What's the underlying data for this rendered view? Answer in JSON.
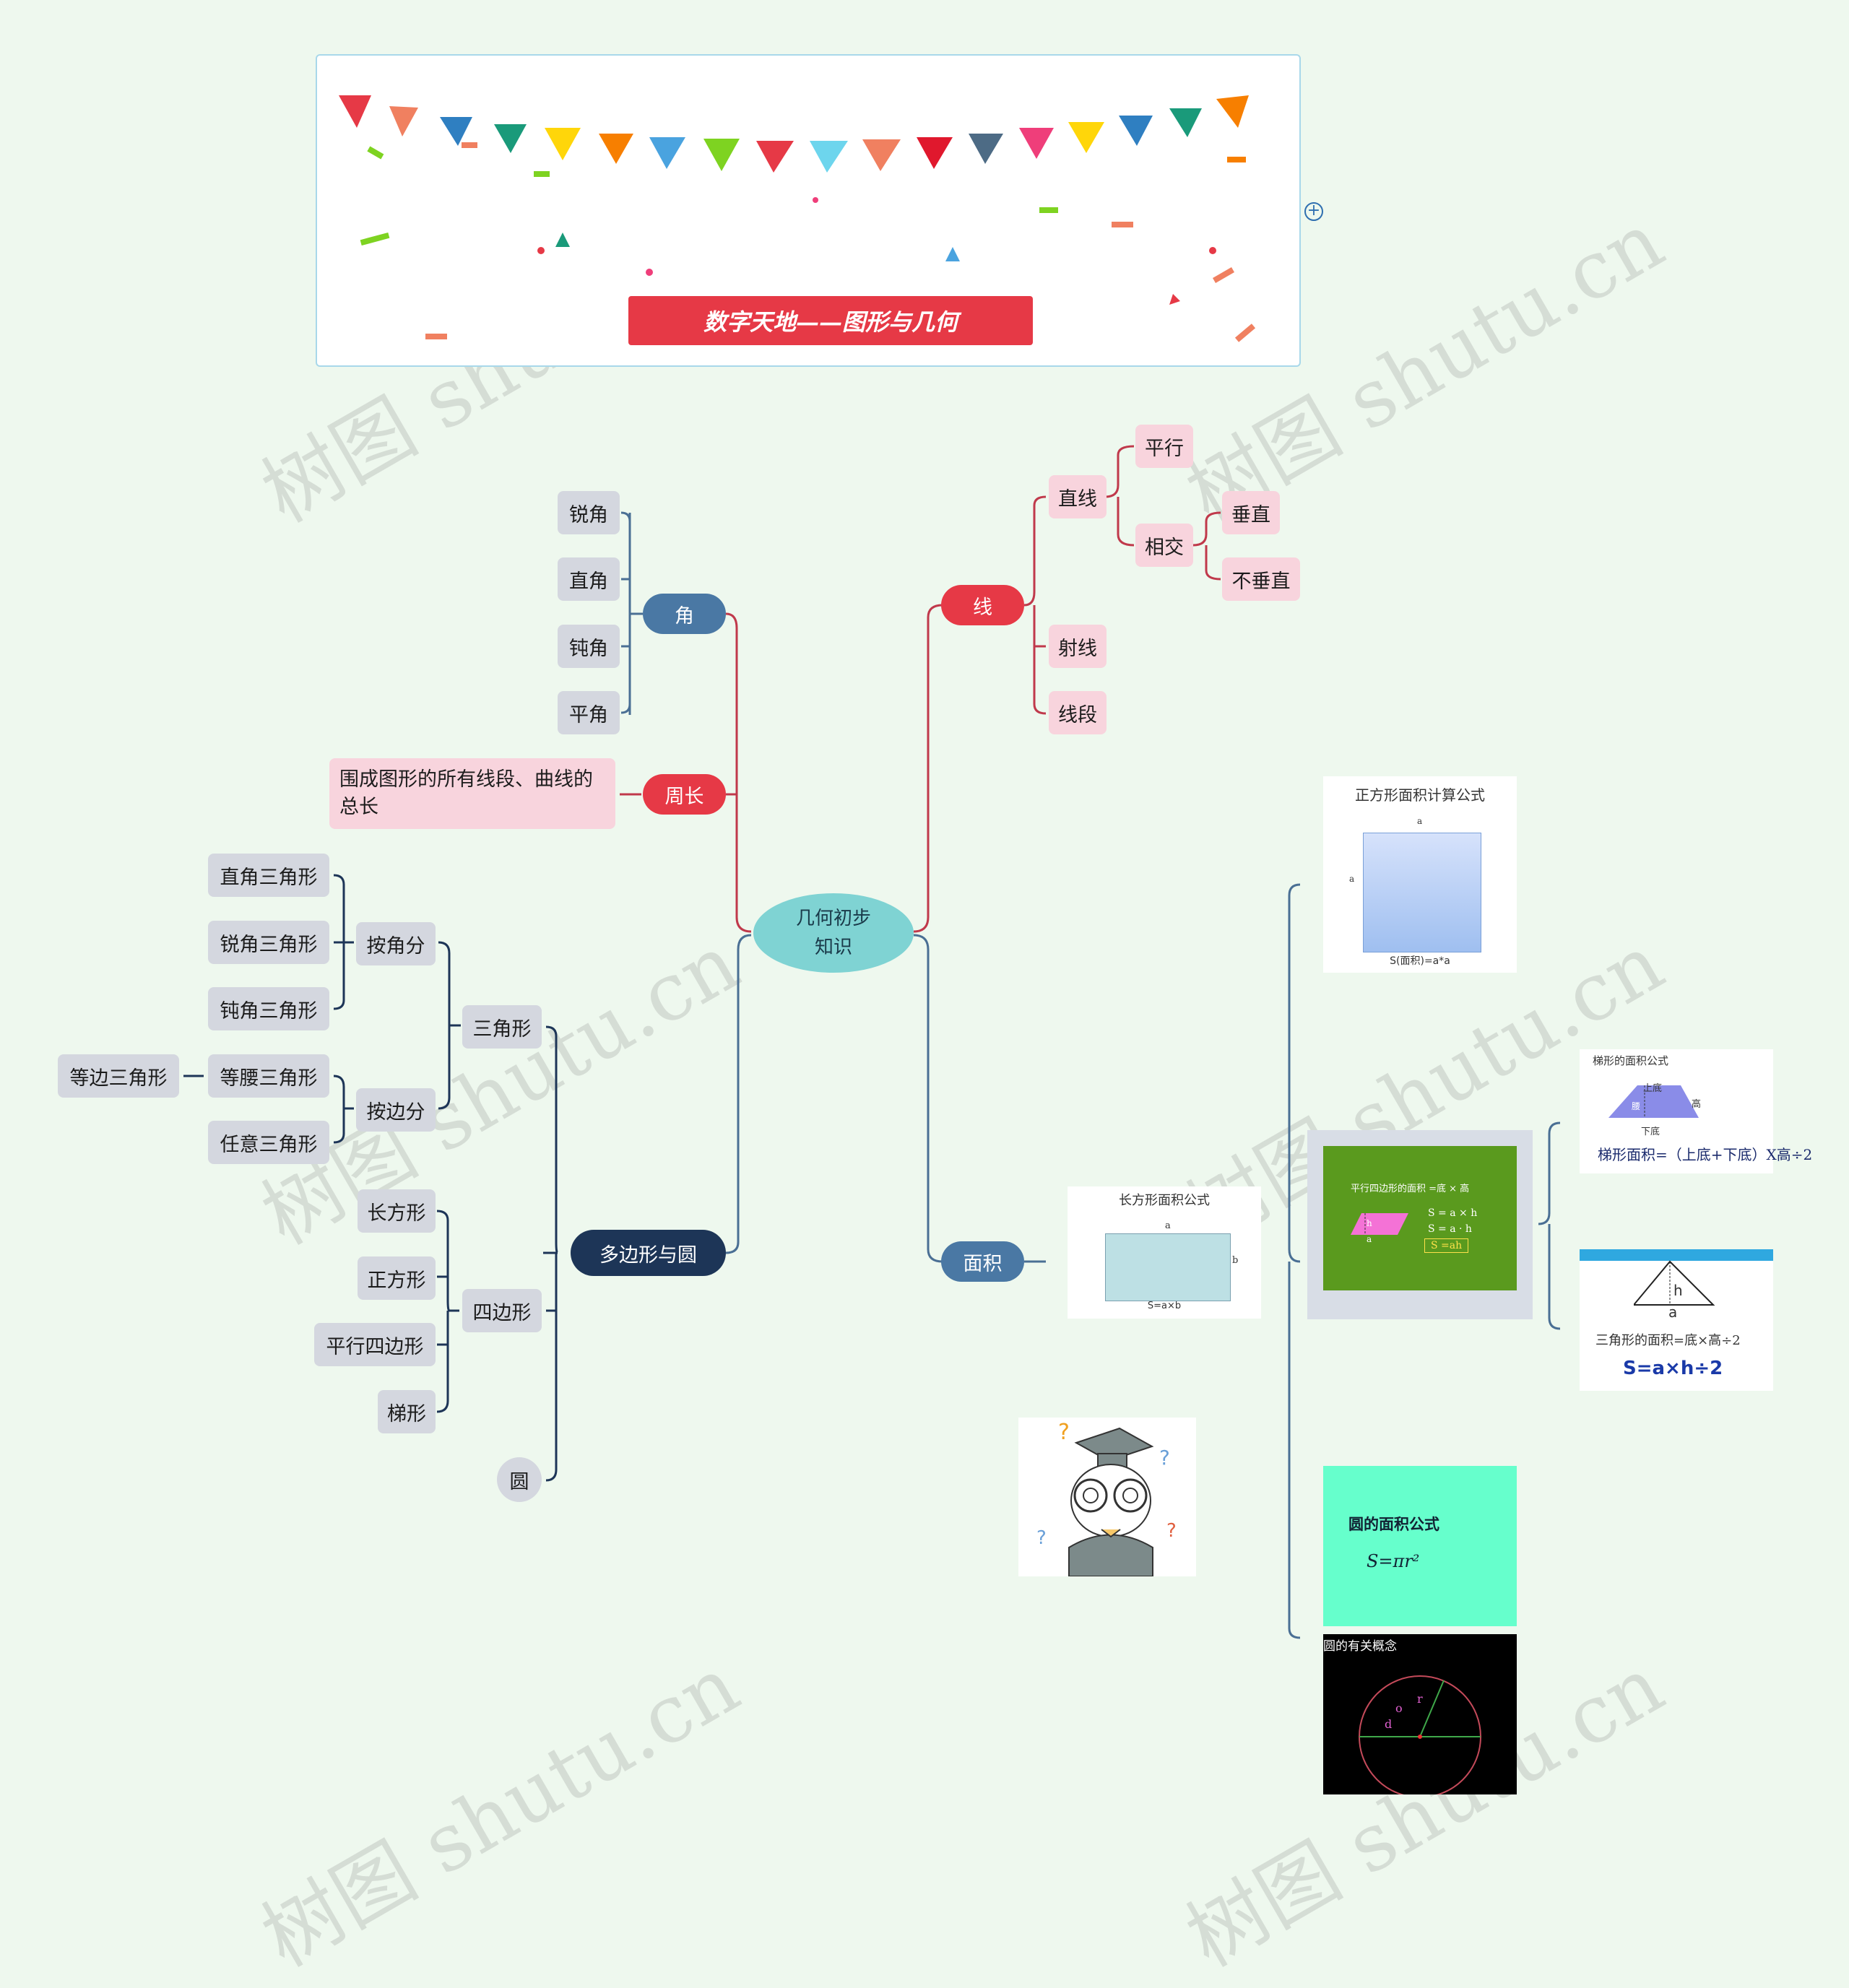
{
  "banner": {
    "title": "数字天地——图形与几何"
  },
  "center": {
    "label": "几何初步知识"
  },
  "angle": {
    "label": "角",
    "children": [
      "锐角",
      "直角",
      "钝角",
      "平角"
    ]
  },
  "perimeter": {
    "label": "周长",
    "definition": "围成图形的所有线段、曲线的总长"
  },
  "polygon": {
    "label": "多边形与圆",
    "triangle": {
      "label": "三角形",
      "by_angle": {
        "label": "按角分",
        "children": [
          "直角三角形",
          "锐角三角形",
          "钝角三角形"
        ]
      },
      "by_side": {
        "label": "按边分",
        "children": [
          "等腰三角形",
          "任意三角形"
        ],
        "isosceles_sub": "等边三角形"
      }
    },
    "quad": {
      "label": "四边形",
      "children": [
        "长方形",
        "正方形",
        "平行四边形",
        "梯形"
      ]
    },
    "circle": {
      "label": "圆"
    }
  },
  "line": {
    "label": "线",
    "straight": {
      "label": "直线",
      "parallel": "平行",
      "intersect": {
        "label": "相交",
        "children": [
          "垂直",
          "不垂直"
        ]
      }
    },
    "ray": "射线",
    "segment": "线段"
  },
  "area": {
    "label": "面积",
    "square_card": {
      "title": "正方形面积计算公式",
      "side_top": "a",
      "side_left": "a",
      "formula": "S(面积)=a*a"
    },
    "rect_card": {
      "title": "长方形面积公式",
      "top": "a",
      "right": "b",
      "formula": "S=a×b"
    },
    "para_card": {
      "title": "平行四边形的面积 =底 × 高",
      "f1": "S = a × h",
      "f2": "S = a · h",
      "f3": "S =ah",
      "h": "h",
      "a": "a"
    },
    "trap_card": {
      "title": "梯形的面积公式",
      "top": "上底",
      "bottom": "下底",
      "height": "高",
      "waist": "腰",
      "formula": "梯形面积=（上底+下底）X高÷2"
    },
    "tri_card": {
      "h": "h",
      "a": "a",
      "text": "三角形的面积=底×高÷2",
      "formula": "S=a×h÷2"
    },
    "circle_area_card": {
      "title": "圆的面积公式",
      "formula": "S=πr²"
    },
    "circle_concept_card": {
      "title": "圆的有关概念",
      "o": "o",
      "r": "r",
      "d": "d"
    }
  },
  "watermark": "树图 shutu.cn"
}
